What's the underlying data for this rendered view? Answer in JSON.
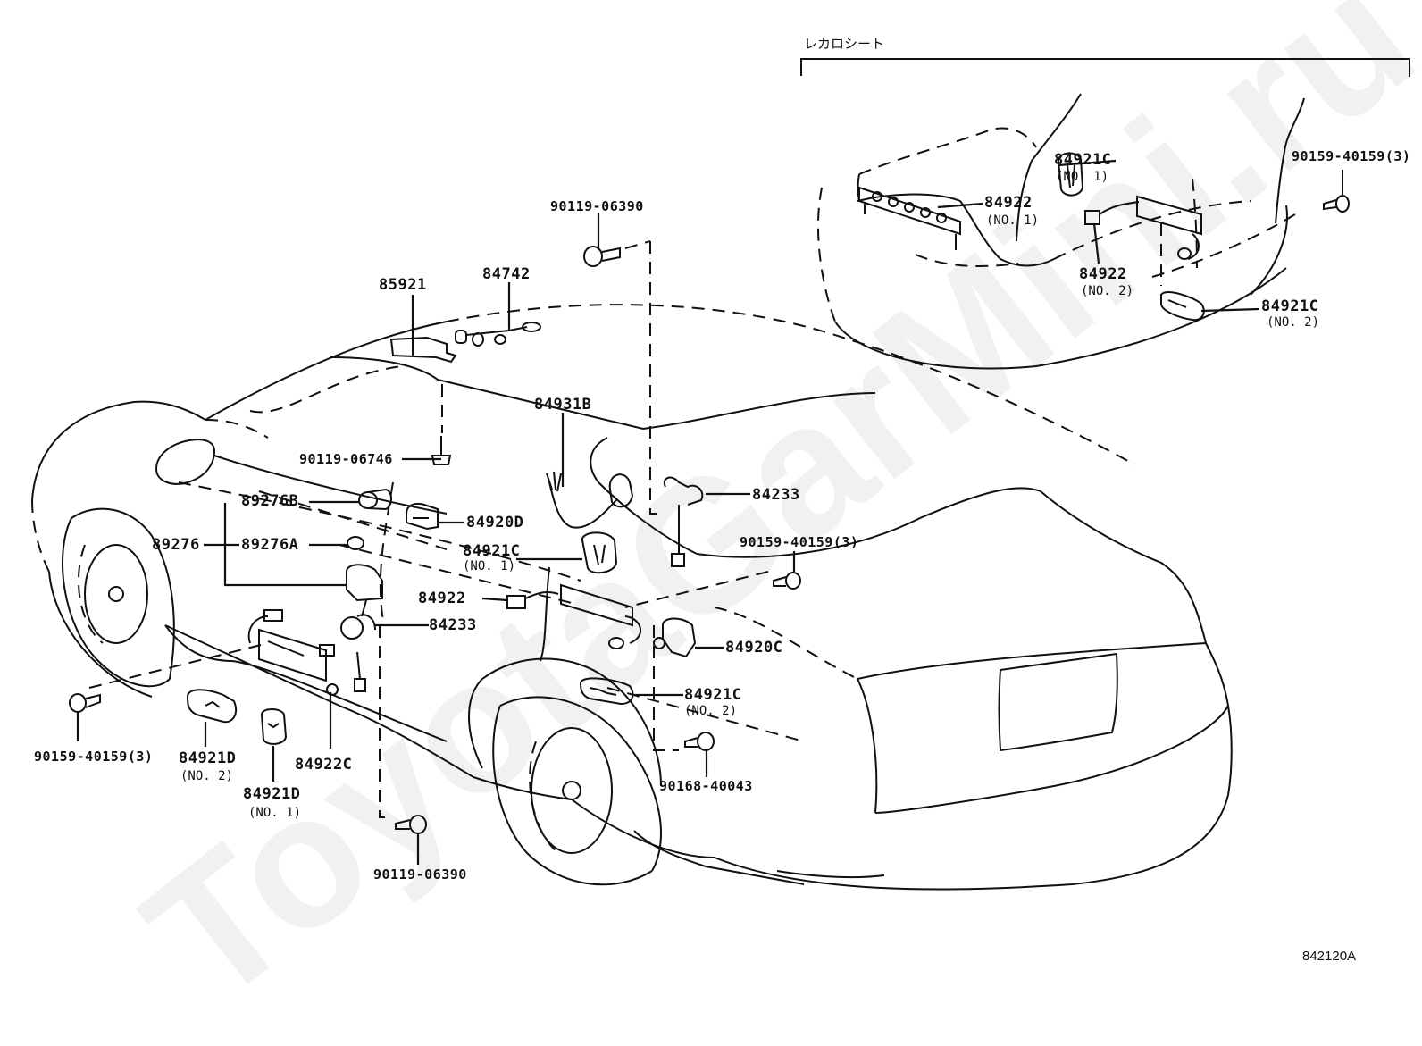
{
  "diagram": {
    "section_title": "レカロシート",
    "illustration_code": "842120A",
    "watermark": "ToyotaGarMini.ru",
    "labels": {
      "p85921": "85921",
      "p84742": "84742",
      "p90119_06390_top": "90119-06390",
      "p84931B": "84931B",
      "p90119_06746": "90119-06746",
      "p89276B": "89276B",
      "p84920D": "84920D",
      "p89276": "89276",
      "p89276A": "89276A",
      "p84921C_no1": "84921C",
      "p84921C_no1_sub": "(NO. 1)",
      "p84233_right": "84233",
      "p90159_mid": "90159-40159(3)",
      "p84922": "84922",
      "p84233_left": "84233",
      "p84920C": "84920C",
      "p84921C_no2": "84921C",
      "p84921C_no2_sub": "(NO. 2)",
      "p90159_left": "90159-40159(3)",
      "p84921D_no2": "84921D",
      "p84921D_no2_sub": "(NO. 2)",
      "p84922C": "84922C",
      "p84921D_no1": "84921D",
      "p84921D_no1_sub": "(NO. 1)",
      "p90168_40043": "90168-40043",
      "p90119_06390_bottom": "90119-06390",
      "recaro_84921C_no1": "84921C",
      "recaro_84921C_no1_sub": "(NO. 1)",
      "recaro_90159": "90159-40159(3)",
      "recaro_84922_no1": "84922",
      "recaro_84922_no1_sub": "(NO. 1)",
      "recaro_84922_no2": "84922",
      "recaro_84922_no2_sub": "(NO. 2)",
      "recaro_84921C_no2": "84921C",
      "recaro_84921C_no2_sub": "(NO. 2)"
    }
  }
}
